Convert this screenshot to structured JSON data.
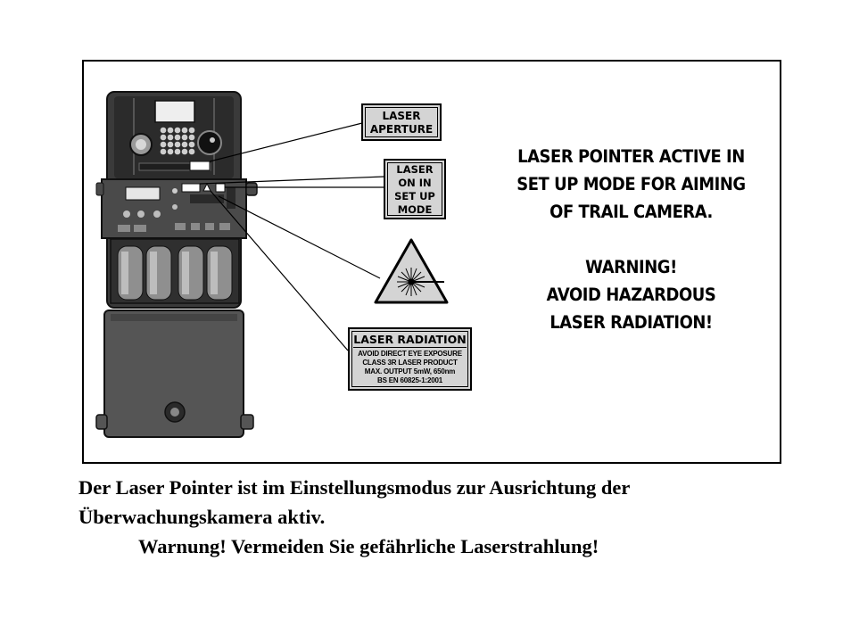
{
  "labels": {
    "aperture": [
      "LASER",
      "APERTURE"
    ],
    "on_in_setup": [
      "LASER",
      "ON IN",
      "SET UP",
      "MODE"
    ],
    "radiation": {
      "heading": "LASER RADIATION",
      "lines": [
        "AVOID DIRECT EYE EXPOSURE",
        "CLASS 3R LASER PRODUCT",
        "MAX. OUTPUT 5mW, 650nm",
        "BS EN 60825-1:2001"
      ]
    }
  },
  "notice": {
    "lines": [
      "LASER POINTER ACTIVE IN",
      "SET UP MODE FOR AIMING",
      "OF TRAIL CAMERA."
    ],
    "warning_lines": [
      "WARNING!",
      "AVOID HAZARDOUS",
      "LASER RADIATION!"
    ]
  },
  "caption": {
    "line1": "Der Laser Pointer ist im Einstellungsmodus zur Ausrichtung der",
    "line2": "Überwachungskamera aktiv.",
    "line3": "Warnung! Vermeiden Sie gefährliche Laserstrahlung!"
  },
  "colors": {
    "label_bg": "#d4d4d4",
    "camera_body": "#3a3a3a",
    "camera_door": "#555555"
  }
}
